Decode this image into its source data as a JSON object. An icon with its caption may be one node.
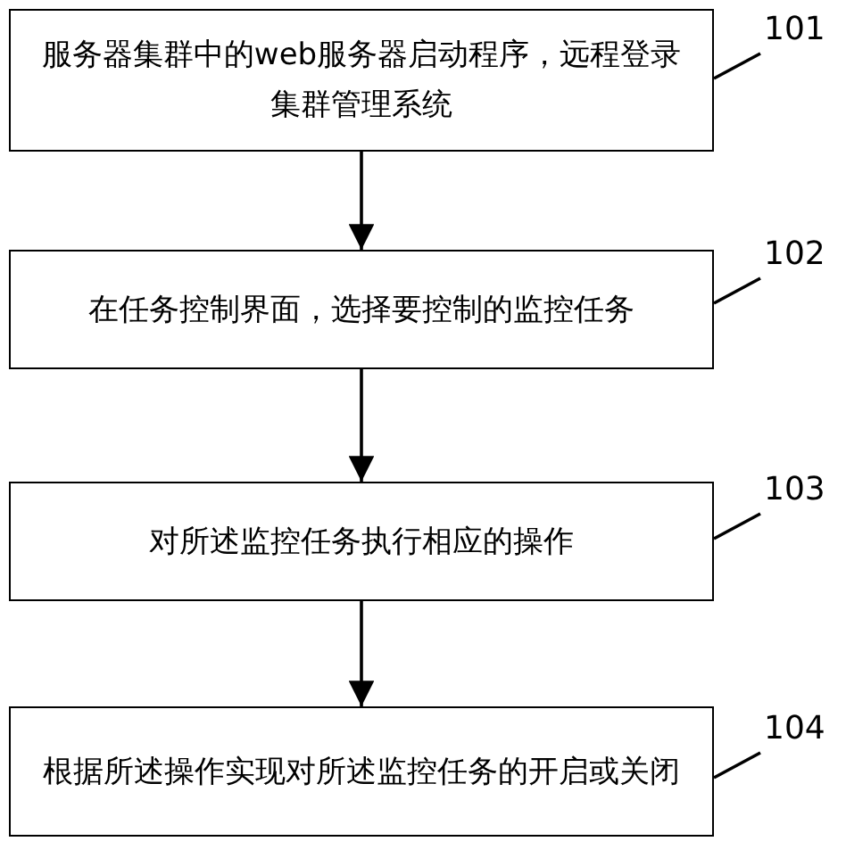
{
  "diagram": {
    "nodes": [
      {
        "text": [
          "服务器集群中的web服务器启动程序，远程登录集群管理系统"
        ]
      },
      {
        "text": [
          "在任务控制界面，选择要控制的监控任务"
        ]
      },
      {
        "text": [
          "对所述监控任务执行相应的操作"
        ]
      },
      {
        "text": [
          "根据所述操作实现对所述监控任务的开启或关闭"
        ]
      },
      {
        "text": [
          "101"
        ]
      },
      {
        "text": [
          "102"
        ]
      },
      {
        "text": [
          "103"
        ]
      },
      {
        "text": [
          "104"
        ]
      }
    ],
    "edges": [
      {
        "from": 0,
        "to": 1,
        "arrow": "to"
      },
      {
        "from": 1,
        "to": 2,
        "arrow": "to"
      },
      {
        "from": 2,
        "to": 3,
        "arrow": "to"
      },
      {
        "from": 4,
        "to": 0,
        "arrow": "none"
      },
      {
        "from": 5,
        "to": 1,
        "arrow": "none"
      },
      {
        "from": 6,
        "to": 2,
        "arrow": "none"
      },
      {
        "from": 7,
        "to": 3,
        "arrow": "none"
      }
    ]
  }
}
